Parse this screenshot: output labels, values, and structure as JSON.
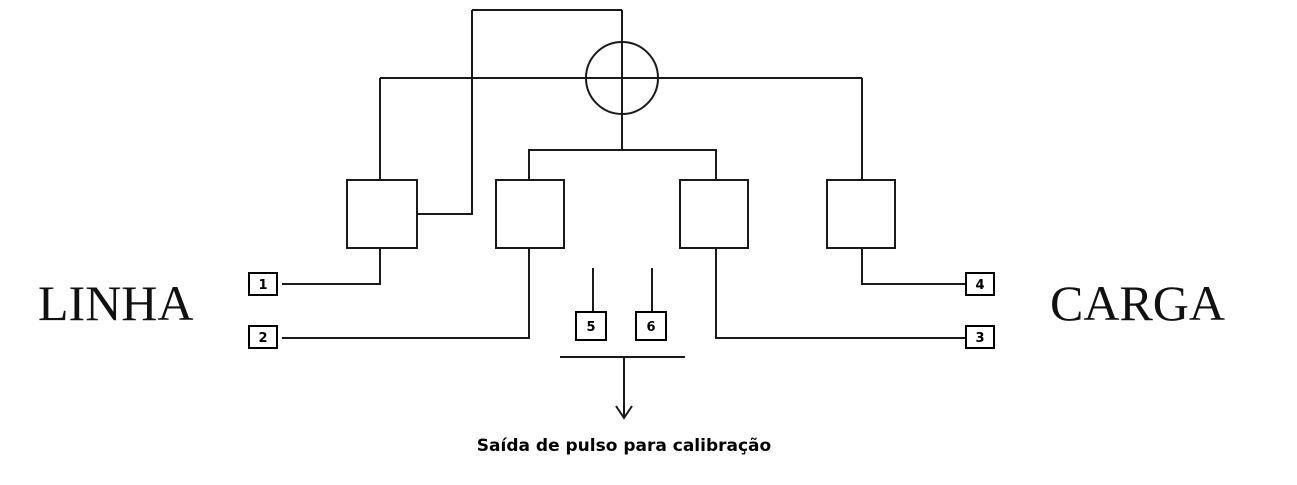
{
  "labels": {
    "line": "LINHA",
    "load": "CARGA",
    "pulse_output": "Saída de pulso para calibração"
  },
  "terminals": {
    "t1": "1",
    "t2": "2",
    "t3": "3",
    "t4": "4",
    "t5": "5",
    "t6": "6"
  }
}
